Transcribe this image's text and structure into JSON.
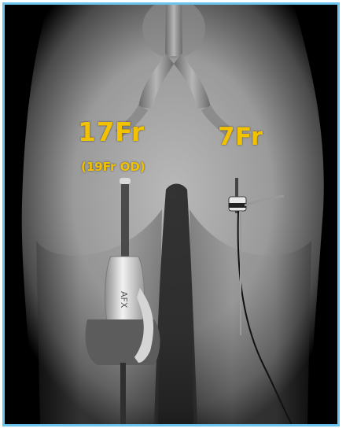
{
  "labels": {
    "left_size": "17Fr",
    "left_outer_diameter": "(19Fr OD)",
    "right_size": "7Fr"
  },
  "device": {
    "brand_mark": "AFX"
  },
  "colors": {
    "frame_border": "#6cc3ec",
    "label_color": "#f2c100",
    "background": "#000000"
  }
}
